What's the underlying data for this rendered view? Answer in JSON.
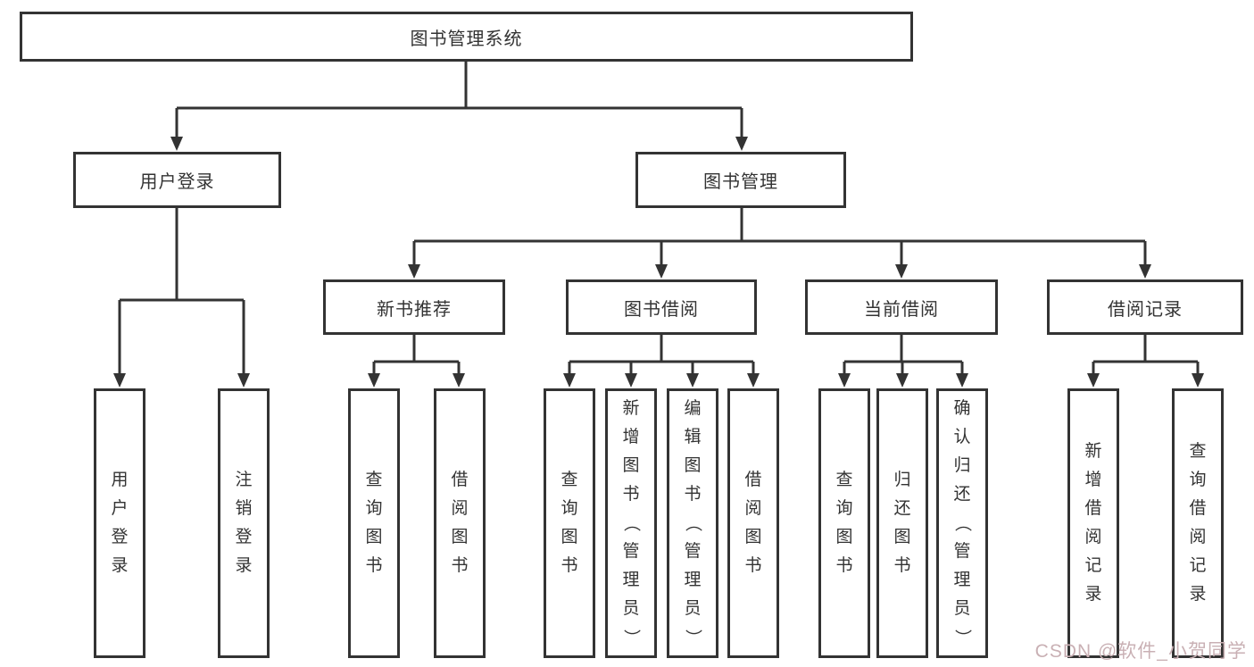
{
  "tree": {
    "label": "图书管理系统",
    "children": [
      {
        "label": "用户登录",
        "children": [
          {
            "label": "用户登录"
          },
          {
            "label": "注销登录"
          }
        ]
      },
      {
        "label": "图书管理",
        "children": [
          {
            "label": "新书推荐",
            "children": [
              {
                "label": "查询图书"
              },
              {
                "label": "借阅图书"
              }
            ]
          },
          {
            "label": "图书借阅",
            "children": [
              {
                "label": "查询图书"
              },
              {
                "label": "新增图书（管理员）"
              },
              {
                "label": "编辑图书（管理员）"
              },
              {
                "label": "借阅图书"
              }
            ]
          },
          {
            "label": "当前借阅",
            "children": [
              {
                "label": "查询图书"
              },
              {
                "label": "归还图书"
              },
              {
                "label": "确认归还（管理员）"
              }
            ]
          },
          {
            "label": "借阅记录",
            "children": [
              {
                "label": "新增借阅记录"
              },
              {
                "label": "查询借阅记录"
              }
            ]
          }
        ]
      }
    ]
  },
  "watermark": {
    "text": "CSDN @软件_小贺同学",
    "color": "#c9b0b4"
  },
  "colors": {
    "line": "#333333",
    "text": "#333333",
    "background": "#ffffff"
  }
}
